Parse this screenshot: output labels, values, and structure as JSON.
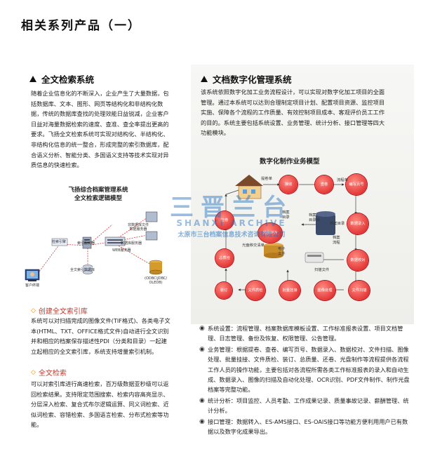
{
  "page_title": "相关系列产品（一）",
  "fulltext": {
    "heading": "全文检索系统",
    "intro_lines": [
      "随着企业信息化的不断深入，企业产生了大量数据，包",
      "括数据库、文本、图形、网页等结构化和非结构化数",
      "据，传统的数据库查找的处理效能日益锐减，企业客户",
      "日益对海量数据检索的速度、查准、查全率提出更高的",
      "要求。飞扬全文检索系统可实现对结构化、半结构化、",
      "非结构化信息的统一整合，形成完整的索引数据库，配",
      "合语义分析、智能分类、多国语义支持等技术实现对异",
      "质信息的快速检索。"
    ],
    "diagram_title_line1": "飞扬综合档案管理系统",
    "diagram_title_line2": "全文检索逻辑模型",
    "diagram_labels": {
      "search_engine": "检索引擎",
      "index_server": "索引服务器",
      "fulltext_index_db": "全文索引数据库",
      "web_server": "WEB服务器",
      "file_server": "非数据库文件\n数据服务器",
      "db_server": "数据库服务器",
      "client": "客户终端",
      "odbc": "(ODBC\\JDBC/\nOLEDB)"
    },
    "sub1_heading": "创建全文索引库",
    "sub1_lines": [
      "系统可以对扫描完成的图像文件(TIF格式)、各类电子文",
      "本(HTML、TXT、OFFICE格式文件)自动进行全文识别",
      "并和相应的档案保存描述性PDI（分类和目录）一起建",
      "立起相应的全文索引库，系统支持增量索引机制。"
    ],
    "sub2_heading": "全文检索",
    "sub2_lines": [
      "可以对索引库进行高速检索，百万级数据亚秒级可以返",
      "回检索结果。支持限定范围搜索、检索内容高亮显示、",
      "分层深入检索、复合式布尔逻辑运算、同义词检索、近",
      "似词检索、容错检索、多国语言检索、分布式检索等功",
      "能。"
    ]
  },
  "docdigital": {
    "heading": "文档数字化管理系统",
    "intro_lines": [
      "该系统依照数字化加工业务流程设计，可以实现对数字化加工项目的全面",
      "管理。通过本系统可以达到合理制定项目计划、配置项目资源、监控项目",
      "实施、保障各个流程的工作质量、有效控制项目成本、客观评价员工工作",
      "的目的。系统主要包括系统设置、业务管理、统计分析、接口管理等四大",
      "功能模块。"
    ],
    "workflow_title": "数字化制作业务模型",
    "nodes": {
      "receive": "接收",
      "check": "查卷",
      "page": "编写页号",
      "return": "还卷",
      "disc": "光盘制作",
      "data_entry": "数据录入",
      "qc": "总质检",
      "scan": "扫描文件",
      "data_qc": "数据校对",
      "bind": "装订",
      "file_qc": "文件质检",
      "batch": "批量挂接",
      "img_proc": "图像处理",
      "file_scan": "文件扫描"
    },
    "flow_labels": {
      "register": "提卷单",
      "flow": "流程单",
      "archive_db": "档案\n目录库",
      "archive_dir": "档案目录",
      "archive_list": "档案\n目录",
      "e_file": "电子\n文件",
      "disc_list": "光盘移交清单",
      "archive_flow": "档案\n流程"
    },
    "bullets": [
      "系统设置：流程管理、档案数据库模板设置、工作标准报表设置、项目文档管理、日志管理、备份及恢复、权限管理、公告管理。",
      "业务管理：根据提卷、查卷、编写页号、数据录入、数据校对、文件扫描、图像处理、批量挂接、文件质检、装订、总质量、还卷、光盘制作等流程提供各流程工作人员的操作功能，主要包括对各流程所需各类工作标准报表的录入和自动生成、数据录入、图像的扫描及自动化处理、OCR识别、PDF文件制作、制作光盘档案等完整功能。",
      "统计分析：项目监控、人员考勤、工作成果记录、质量事故记录、薪酬管理、统计分析。",
      "接口管理：数据转入、ES-AMS接口、ES-OAIS接口等功能方便利用用户已有数据以及数字化成果导出。"
    ]
  },
  "watermark": {
    "big": "三晋兰台",
    "en": "SHANXI ARCHIVE",
    "cn": "太原市三台档案信息技术咨询有限公司"
  },
  "colors": {
    "node_red": "#d8171b",
    "accent_orange": "#e08a1e",
    "sub_head": "#c0392b"
  }
}
